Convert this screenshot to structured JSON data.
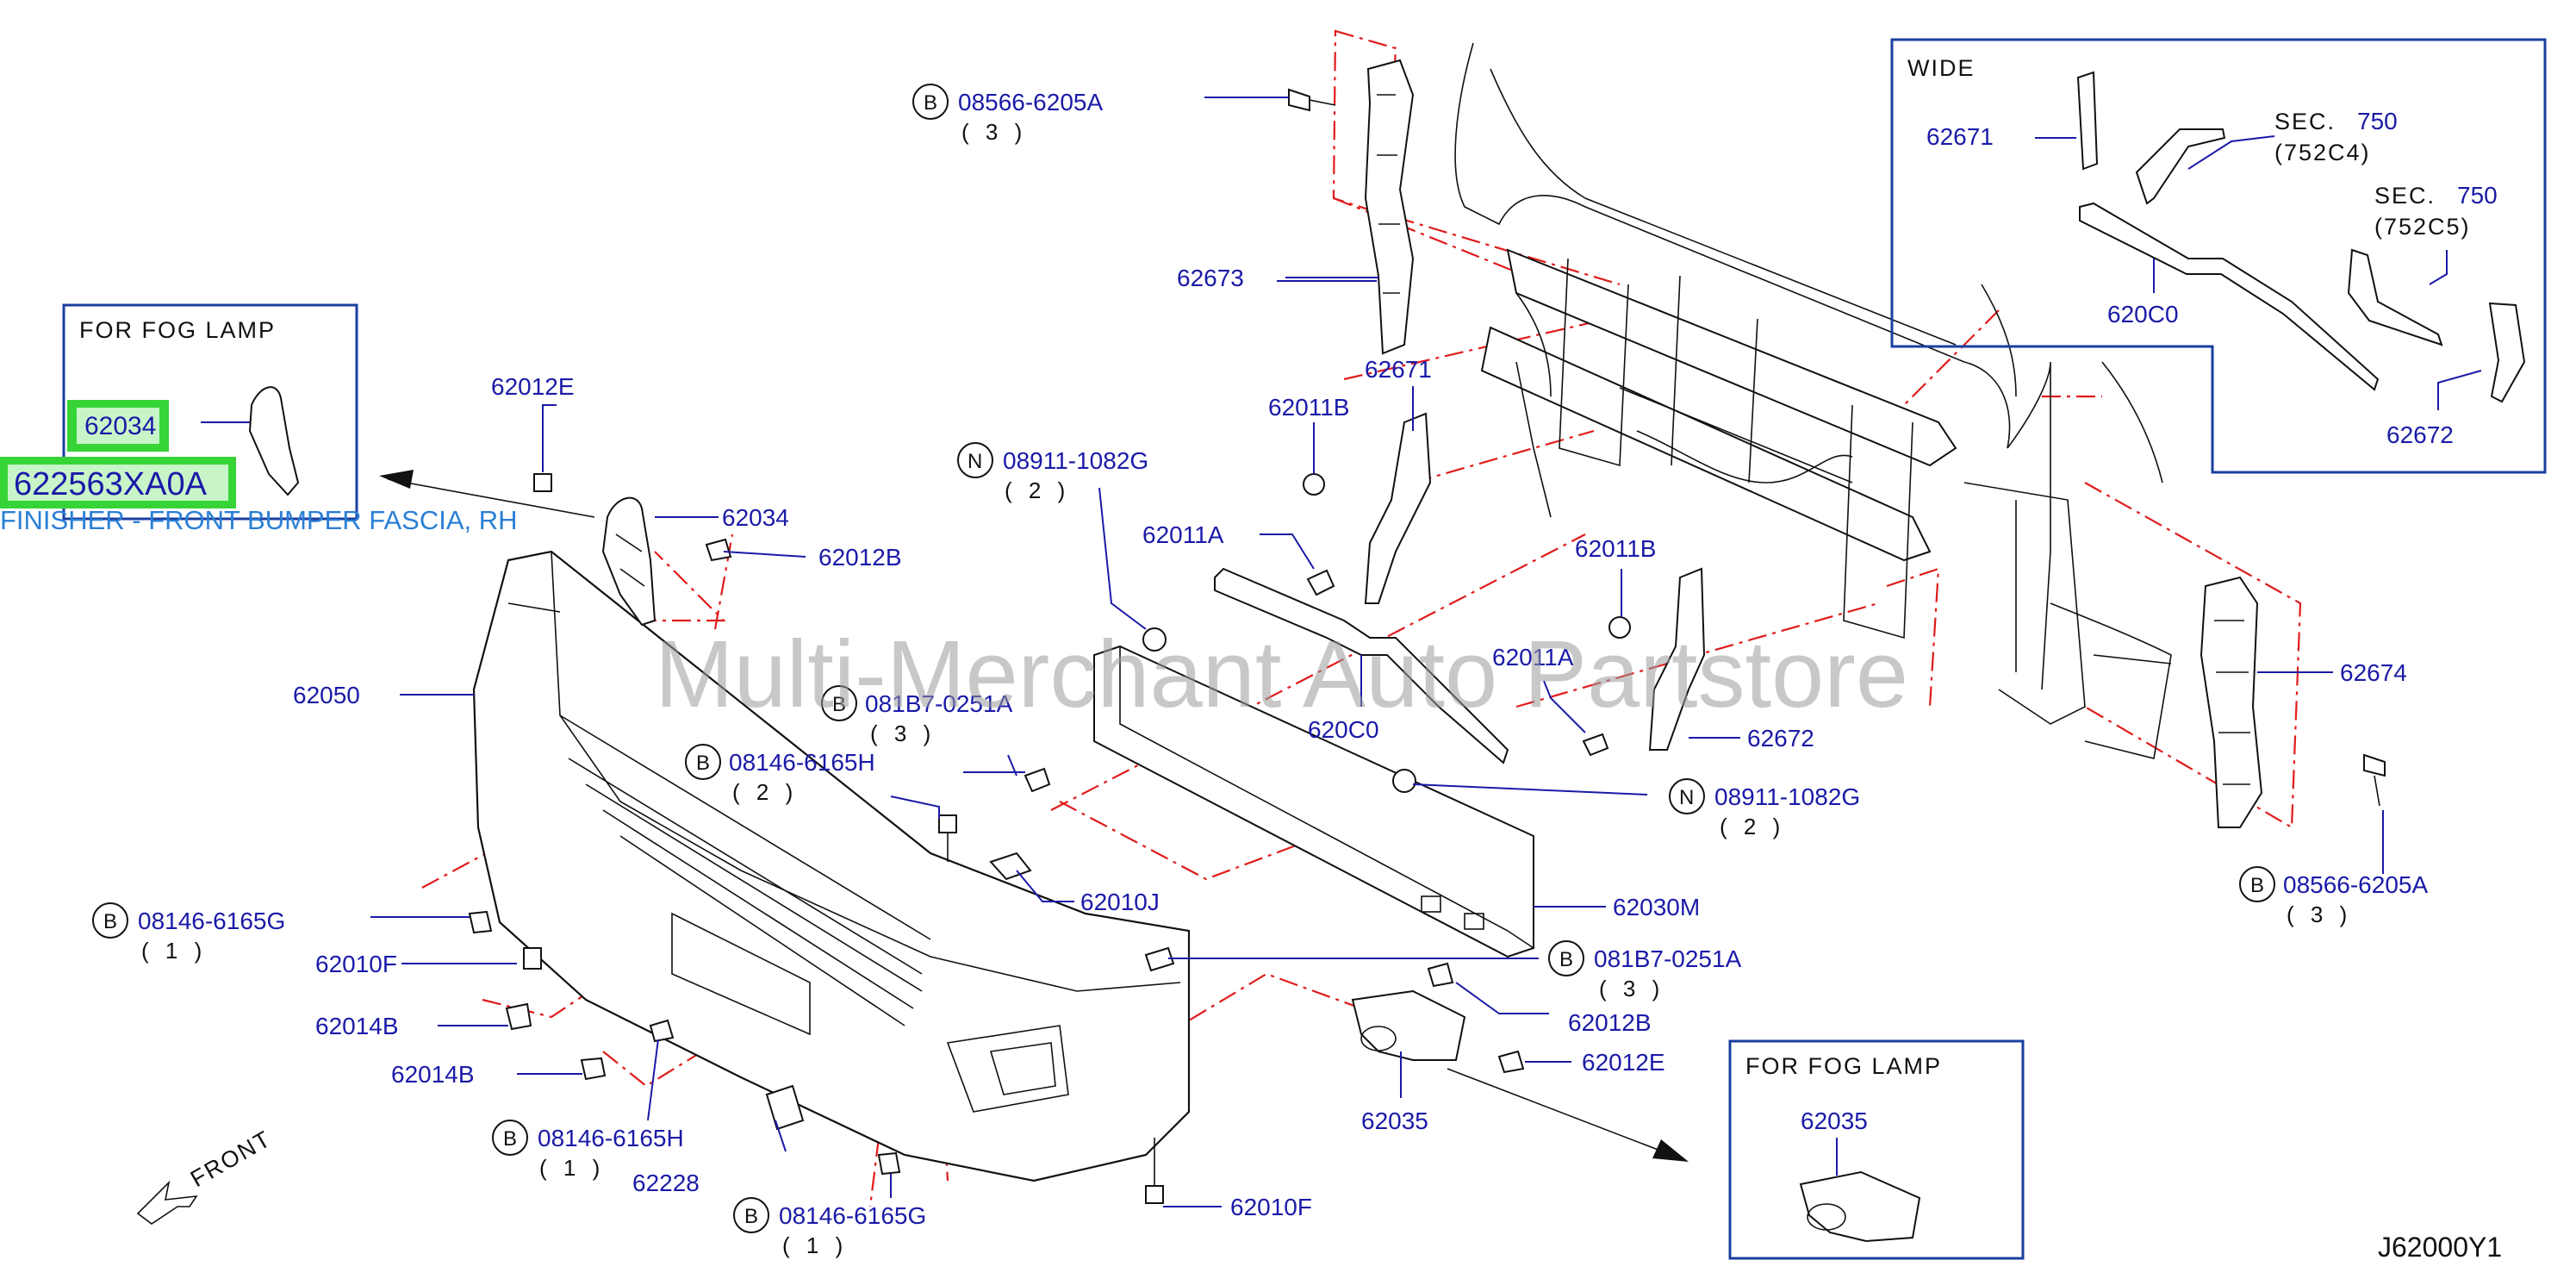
{
  "colors": {
    "label": "#1a1aa8",
    "dash": "#e01b1b",
    "highlight": "#37d437",
    "box": "#1a3fa0",
    "watermark": "#9a9a9a"
  },
  "watermark": "Multi-Merchant Auto Partstore",
  "diagram_code": "J62000Y1",
  "front_label": "FRONT",
  "highlight": {
    "part": "62034",
    "part_no": "622563XA0A",
    "description": "FINISHER - FRONT BUMPER FASCIA, RH"
  },
  "boxes": {
    "fog_top": {
      "title": "FOR   FOG   LAMP",
      "part": "62034"
    },
    "fog_bottom": {
      "title": "FOR   FOG   LAMP",
      "part": "62035"
    },
    "wide": {
      "title": "WIDE",
      "p1": "62671",
      "sec1_label": "SEC.",
      "sec1_num": "750",
      "sec1_ref": "(752C4)",
      "sec2_label": "SEC.",
      "sec2_num": "750",
      "sec2_ref": "(752C5)",
      "p2": "620C0",
      "p3": "62672"
    }
  },
  "labels": {
    "p62012E_top": "62012E",
    "p62034": "62034",
    "p62012B_top": "62012B",
    "p62050": "62050",
    "p62673": "62673",
    "p62671": "62671",
    "p62011B_a": "62011B",
    "p62011A_a": "62011A",
    "p62011B_b": "62011B",
    "p62011A_b": "62011A",
    "p62672": "62672",
    "p620C0": "620C0",
    "p62674": "62674",
    "p62030M": "62030M",
    "p62010J": "62010J",
    "p62010F_a": "62010F",
    "p62014B_a": "62014B",
    "p62014B_b": "62014B",
    "p62228": "62228",
    "p62010F_b": "62010F",
    "p62012B_bot": "62012B",
    "p62012E_bot": "62012E",
    "p62035": "62035"
  },
  "callouts": {
    "c1": {
      "prefix": "B",
      "part": "08566-6205A",
      "qty": "( 3 )"
    },
    "c2": {
      "prefix": "N",
      "part": "08911-1082G",
      "qty": "( 2 )"
    },
    "c3": {
      "prefix": "B",
      "part": "081B7-0251A",
      "qty": "( 3 )"
    },
    "c4": {
      "prefix": "B",
      "part": "08146-6165H",
      "qty": "( 2 )"
    },
    "c5": {
      "prefix": "N",
      "part": "08911-1082G",
      "qty": "( 2 )"
    },
    "c6": {
      "prefix": "B",
      "part": "08566-6205A",
      "qty": "( 3 )"
    },
    "c7": {
      "prefix": "B",
      "part": "081B7-0251A",
      "qty": "( 3 )"
    },
    "c8": {
      "prefix": "B",
      "part": "08146-6165G",
      "qty": "( 1 )"
    },
    "c9": {
      "prefix": "B",
      "part": "08146-6165H",
      "qty": "( 1 )"
    },
    "c10": {
      "prefix": "B",
      "part": "08146-6165G",
      "qty": "( 1 )"
    }
  }
}
